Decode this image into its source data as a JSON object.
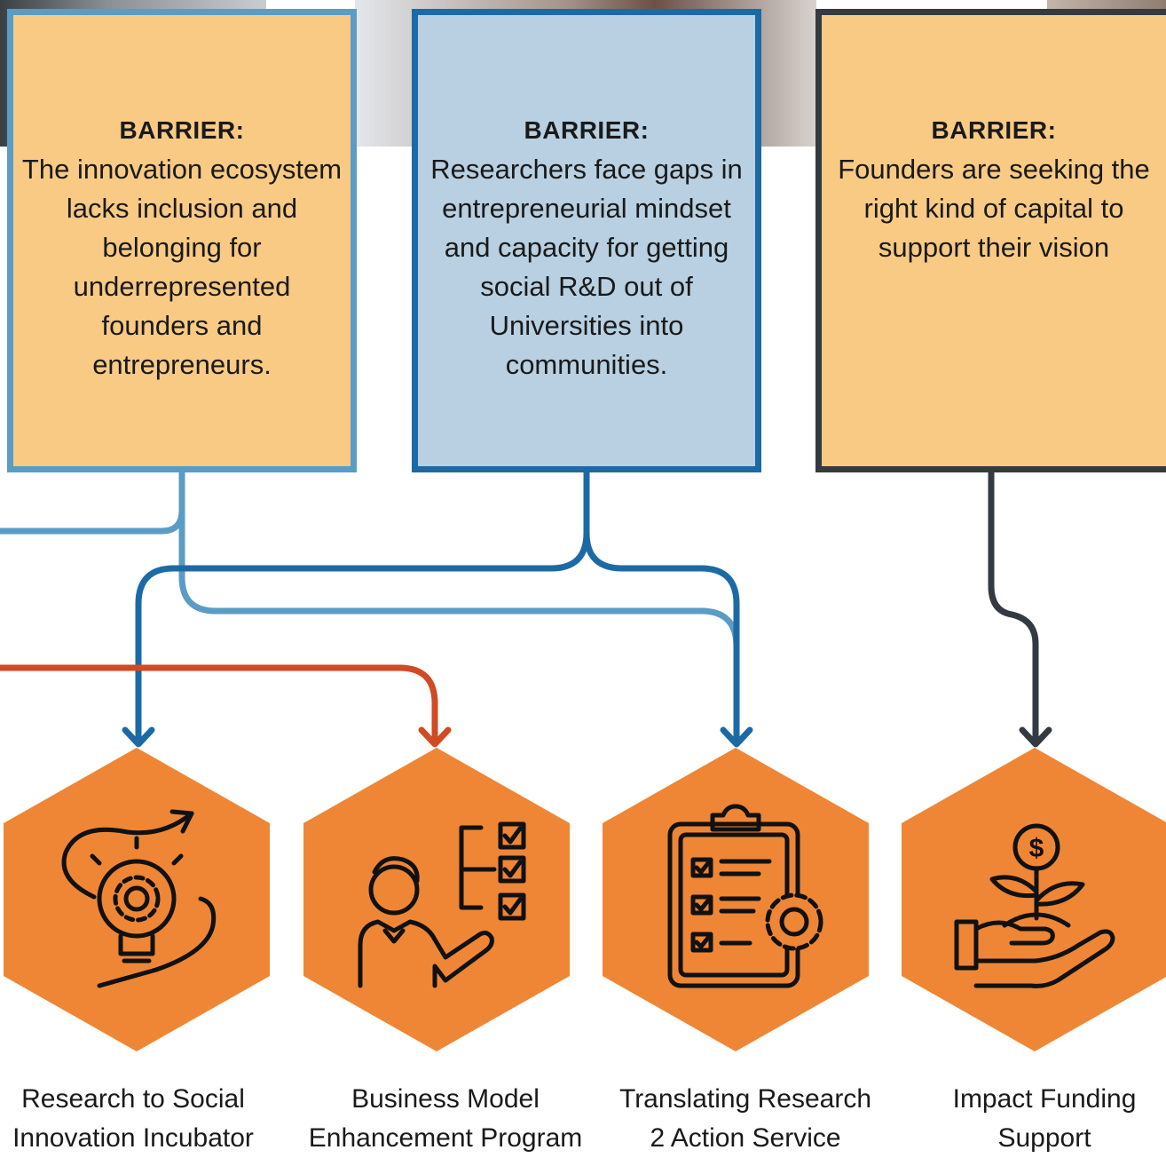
{
  "colors": {
    "barrier_fill_orange": "#f9ca84",
    "barrier_fill_blue": "#b8d0e2",
    "border_light_blue": "#5b9cc4",
    "border_dark_blue": "#1c6aa5",
    "border_dark_gray": "#333a41",
    "connector_red": "#d04a23",
    "hexagon_orange": "#ee8635"
  },
  "barriers": [
    {
      "heading": "BARRIER:",
      "text": "The innovation ecosystem lacks inclusion and belonging for underrepresented founders and entrepreneurs."
    },
    {
      "heading": "BARRIER:",
      "text": "Researchers face gaps in entrepreneurial mindset and capacity for getting social R&D out of Universities into communities."
    },
    {
      "heading": "BARRIER:",
      "text": "Founders are seeking the right kind of capital to support their vision"
    }
  ],
  "programs": [
    {
      "icon": "lightbulb-gear-icon",
      "line1": "Research to Social",
      "line2": "Innovation Incubator"
    },
    {
      "icon": "presenter-checklist-icon",
      "line1": "Business Model",
      "line2": "Enhancement Program"
    },
    {
      "icon": "clipboard-gear-icon",
      "line1": "Translating Research",
      "line2": "2 Action Service"
    },
    {
      "icon": "hand-money-plant-icon",
      "line1": "Impact Funding",
      "line2": "Support"
    }
  ]
}
